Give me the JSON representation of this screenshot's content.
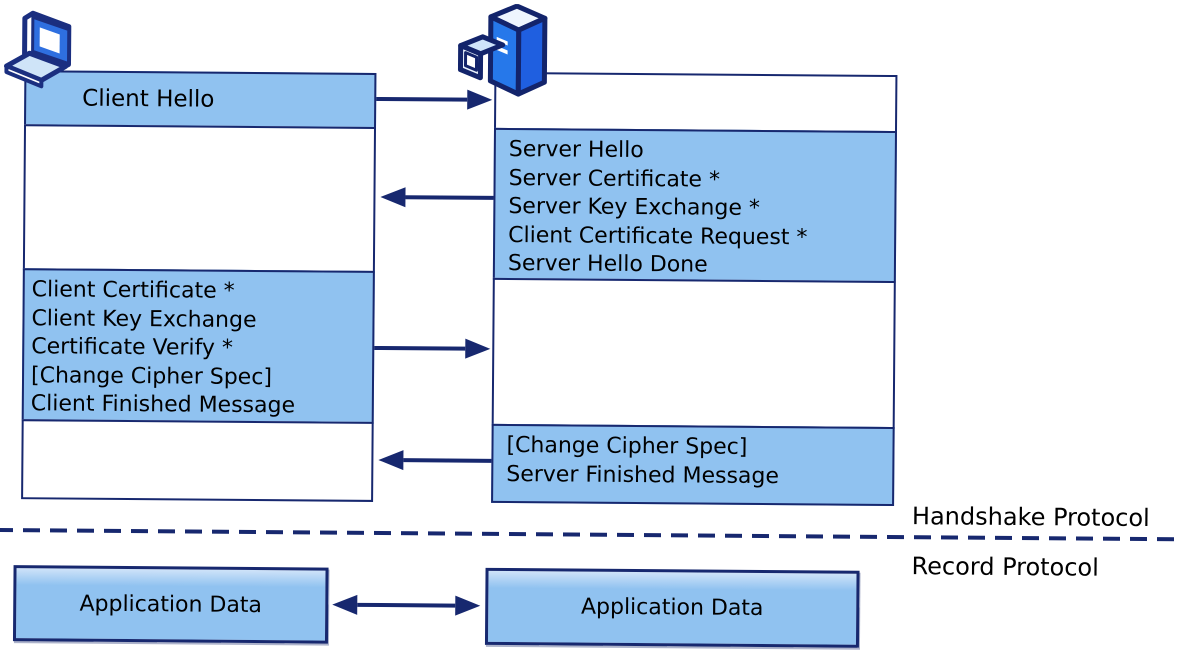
{
  "client": {
    "icon": "laptop-icon",
    "hello_message": "Client Hello",
    "flight_messages": [
      "Client Certificate *",
      "Client Key Exchange",
      "Certificate Verify *",
      "[Change Cipher Spec]",
      "Client Finished Message"
    ],
    "application_data": "Application Data"
  },
  "server": {
    "icon": "server-icon",
    "flight_messages": [
      "Server Hello",
      "Server Certificate *",
      "Server Key Exchange *",
      "Client Certificate Request *",
      "Server Hello Done"
    ],
    "finish_messages": [
      "[Change Cipher Spec]",
      "Server Finished Message"
    ],
    "application_data": "Application Data"
  },
  "labels": {
    "handshake_protocol": "Handshake Protocol",
    "record_protocol": "Record Protocol"
  },
  "colors": {
    "box_fill": "#90C2F0",
    "line": "#17286F",
    "text": "#000000"
  }
}
